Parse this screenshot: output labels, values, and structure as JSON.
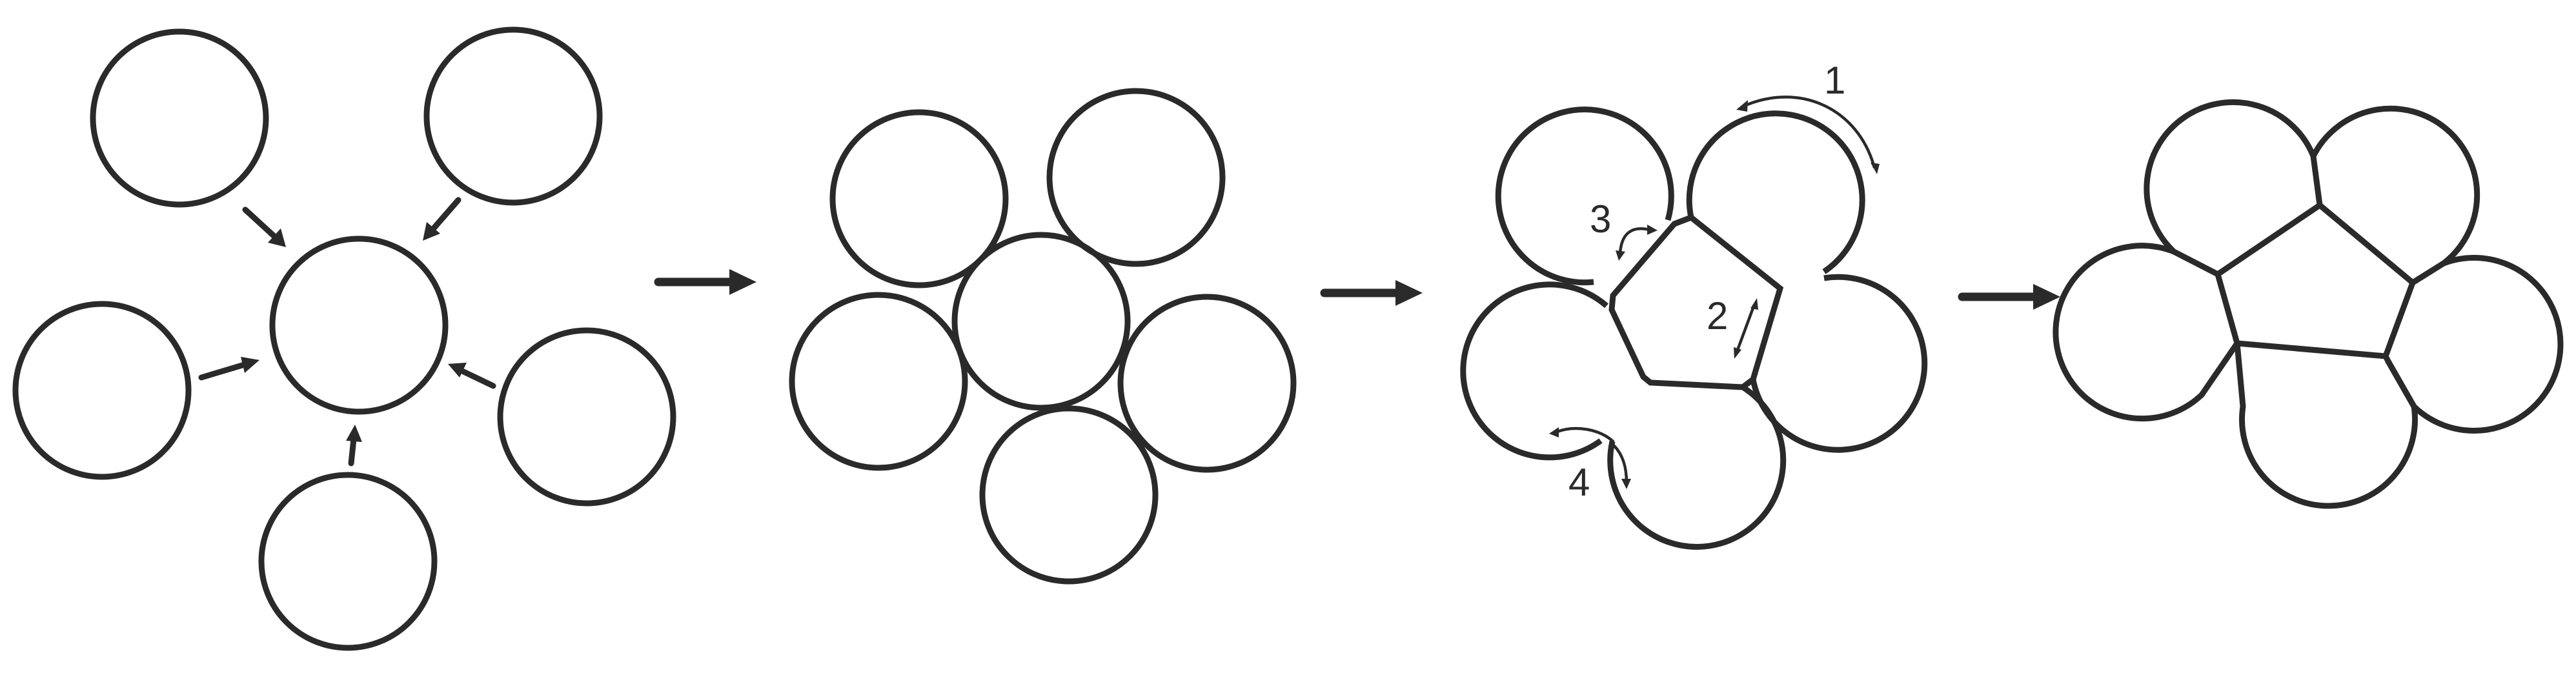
{
  "stages": [
    {
      "id": "separate-cells"
    },
    {
      "id": "overlapping-cells"
    },
    {
      "id": "contacting-cells"
    },
    {
      "id": "packed-cells"
    }
  ],
  "step_labels": {
    "step1": "1",
    "step2": "2",
    "step3": "3",
    "step4": "4"
  },
  "colors": {
    "stroke": "#2a2a2a",
    "background": "#ffffff"
  }
}
